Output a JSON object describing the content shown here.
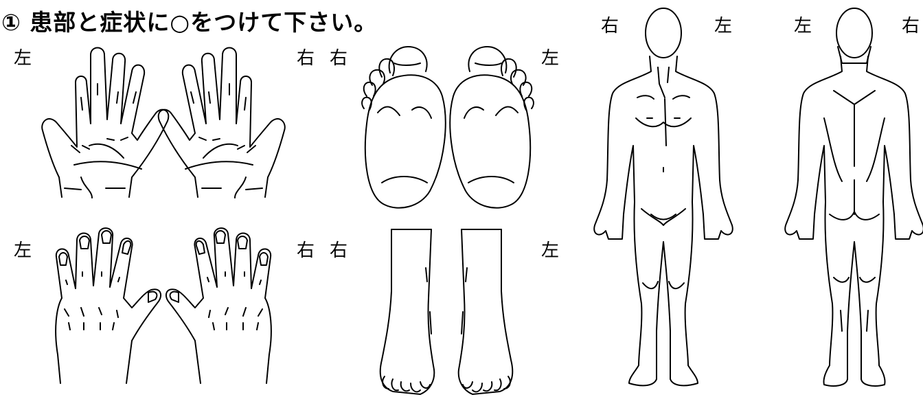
{
  "instruction": "① 患部と症状に○をつけて下さい。",
  "labels": {
    "palms_left": "左",
    "palms_right": "右",
    "backs_left": "左",
    "backs_right": "右",
    "soles_right": "右",
    "soles_left": "左",
    "feet_right": "右",
    "feet_left": "左",
    "front_right": "右",
    "front_left": "左",
    "back_left": "左",
    "back_right": "右"
  }
}
